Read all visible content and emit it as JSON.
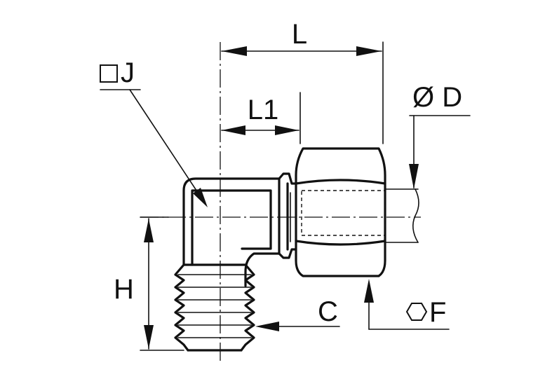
{
  "labels": {
    "L": "L",
    "L1": "L1",
    "J": "J",
    "D": "Ø D",
    "H": "H",
    "C": "C",
    "F": "F"
  },
  "icons": {
    "square_symbol": "square-across-flats-icon",
    "hex_symbol": "hexagon-across-flats-icon"
  },
  "colors": {
    "line": "#111111",
    "background": "#ffffff"
  }
}
